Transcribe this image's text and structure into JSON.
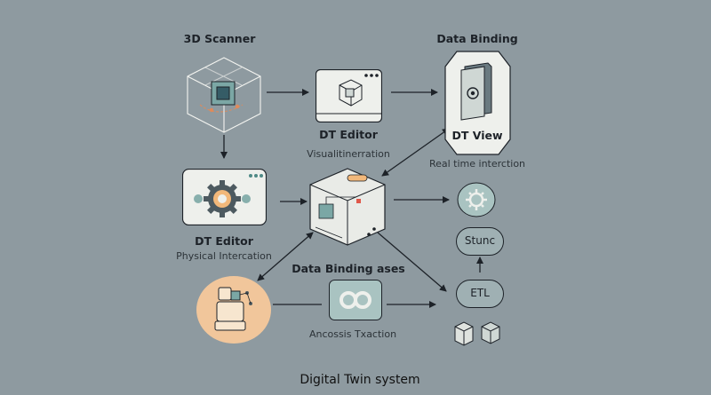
{
  "title": "Digital Twin system",
  "nodes": {
    "scanner": {
      "label": "3D Scanner"
    },
    "dt_editor_top": {
      "label": "DT Editor",
      "sub": "Visualitinerration"
    },
    "data_binding_top": {
      "label": "Data Binding"
    },
    "dt_view": {
      "label": "DT View",
      "sub": "Real time interction"
    },
    "dt_editor_left": {
      "label": "DT Editor",
      "sub": "Physical Intercation"
    },
    "data_binding_center": {
      "label": "Data Binding ases"
    },
    "ancossis": {
      "label": "Ancossis Txaction"
    },
    "stunc": {
      "label": "Stunc"
    },
    "etl": {
      "label": "ETL"
    }
  },
  "colors": {
    "background": "#8e9aa0",
    "card": "#eef0ec",
    "teal_accent": "#7ba7a5",
    "orange_accent": "#f2b87a",
    "orange_circle": "#f1c69b",
    "line": "#1d2228"
  }
}
